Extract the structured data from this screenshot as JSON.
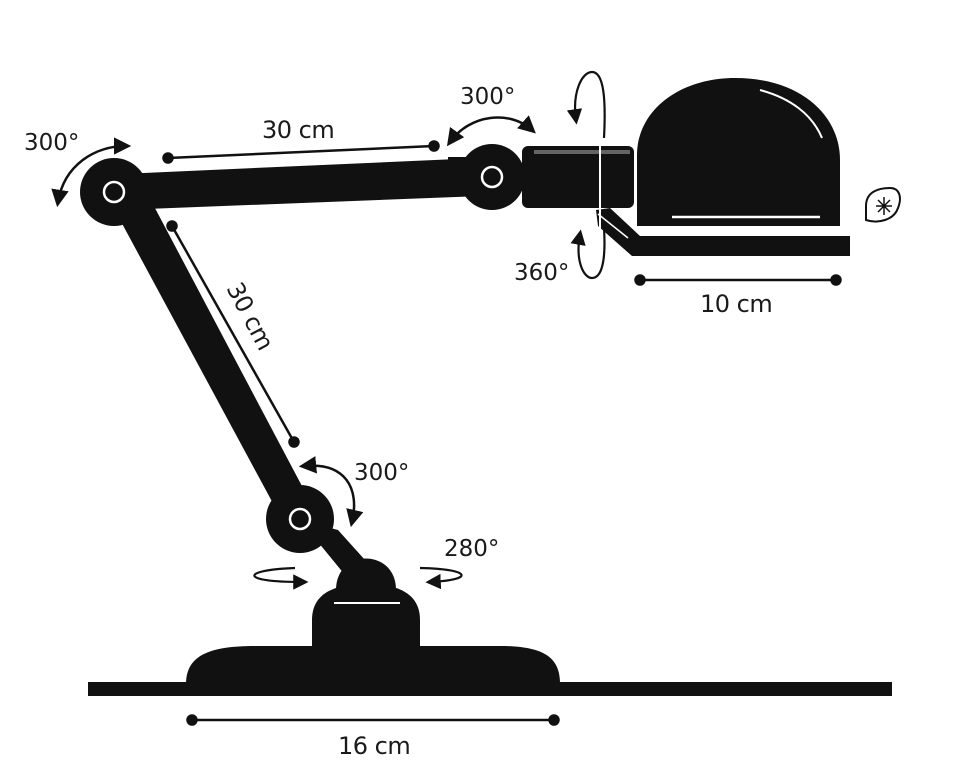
{
  "diagram": {
    "dimensions": {
      "upper_arm": "30 cm",
      "lower_arm": "30 cm",
      "shade_length": "10 cm",
      "base_width": "16 cm"
    },
    "angles": {
      "shoulder_joint": "300°",
      "head_joint": "300°",
      "elbow_joint": "300°",
      "base_swivel": "280°",
      "shade_rotation": "360°"
    },
    "icons": [
      "lamp-silhouette",
      "bulb-symbol-icon",
      "rotation-arrow-icon"
    ],
    "colors": {
      "ink": "#111111",
      "background": "#ffffff",
      "highlight": "#ffffff"
    }
  }
}
